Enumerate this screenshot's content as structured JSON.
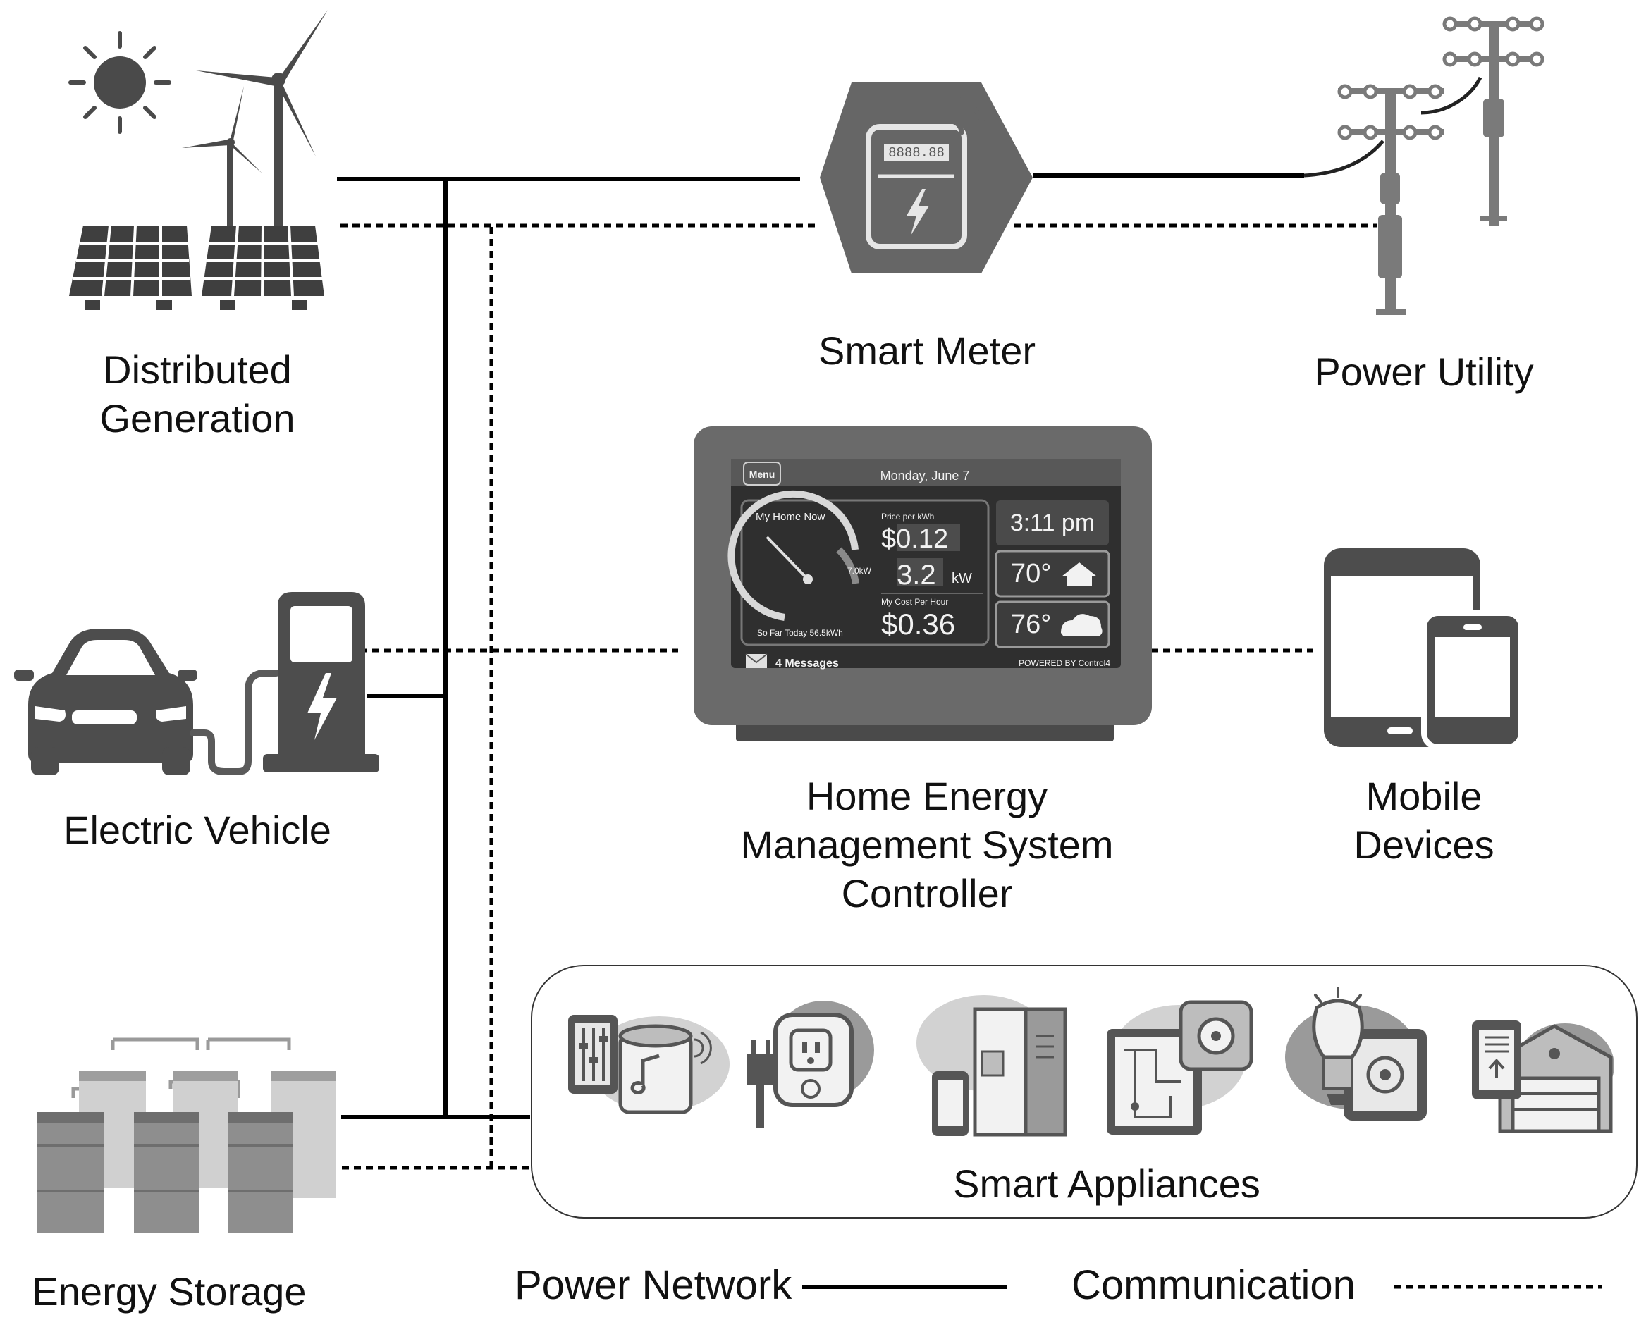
{
  "nodes": {
    "distributed_generation": {
      "label_line1": "Distributed",
      "label_line2": "Generation"
    },
    "smart_meter": {
      "label": "Smart Meter",
      "display": "8888.88"
    },
    "power_utility": {
      "label": "Power Utility"
    },
    "electric_vehicle": {
      "label": "Electric Vehicle"
    },
    "hems_controller": {
      "label_line1": "Home Energy",
      "label_line2": "Management System",
      "label_line3": "Controller",
      "screen": {
        "menu": "Menu",
        "date": "Monday, June 7",
        "gauge_title": "My Home Now",
        "gauge_max": "7.0kW",
        "so_far": "So Far Today 56.5kWh",
        "price_label": "Price per kWh",
        "price": "$0.12",
        "power": "3.2",
        "power_unit": "kW",
        "cost_label": "My Cost Per Hour",
        "cost": "$0.36",
        "time": "3:11 pm",
        "indoor_temp": "70°",
        "outdoor_temp": "76°",
        "messages": "4 Messages",
        "powered_by": "POWERED BY Control4"
      }
    },
    "mobile_devices": {
      "label_line1": "Mobile",
      "label_line2": "Devices"
    },
    "energy_storage": {
      "label": "Energy Storage"
    },
    "smart_appliances": {
      "label": "Smart Appliances"
    }
  },
  "legend": {
    "power": "Power Network",
    "communication": "Communication"
  },
  "colors": {
    "line": "#000000",
    "icon_dark": "#555555",
    "icon_light": "#bdbdbd",
    "screen_bg": "#2f2f2f"
  }
}
